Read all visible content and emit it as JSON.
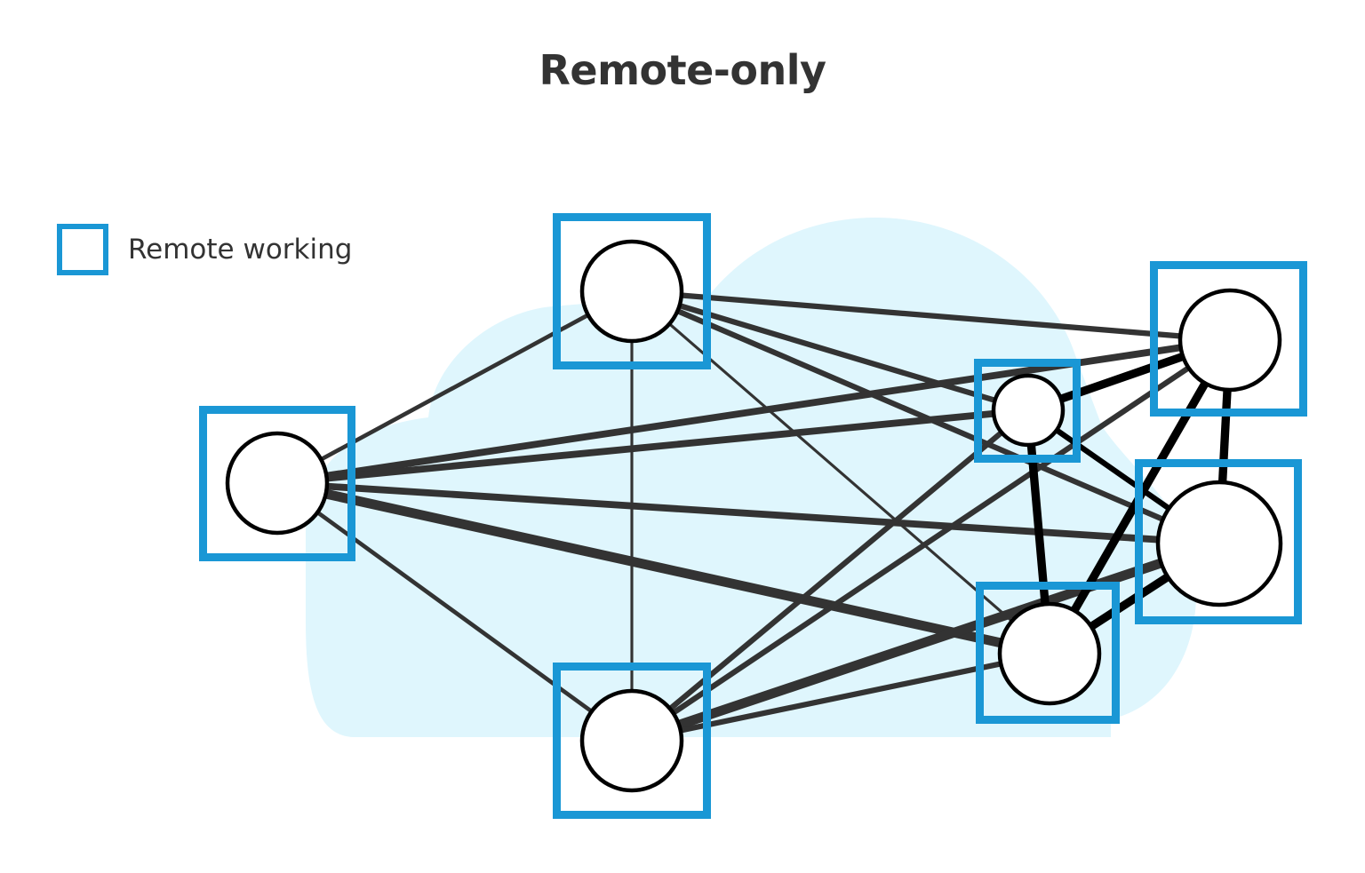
{
  "title": "Remote-only",
  "legend": {
    "items": [
      {
        "label": "Remote working",
        "symbol": "blue-square-outline",
        "color": "#1a97d5"
      }
    ]
  },
  "colors": {
    "remote_box": "#1a97d5",
    "cloud": "#dff6fd",
    "edge_weak": "#333333",
    "edge_strong": "#000000",
    "node_fill": "#ffffff",
    "node_stroke": "#000000"
  },
  "nodes": [
    {
      "id": "top",
      "remote": true,
      "size": "medium"
    },
    {
      "id": "left",
      "remote": true,
      "size": "medium"
    },
    {
      "id": "bottom",
      "remote": true,
      "size": "medium"
    },
    {
      "id": "center-right",
      "remote": true,
      "size": "small"
    },
    {
      "id": "top-right",
      "remote": true,
      "size": "medium"
    },
    {
      "id": "right",
      "remote": true,
      "size": "large"
    },
    {
      "id": "bottom-right",
      "remote": true,
      "size": "medium"
    }
  ],
  "edges": [
    {
      "from": "top",
      "to": "left",
      "weight": 2
    },
    {
      "from": "top",
      "to": "bottom",
      "weight": 1
    },
    {
      "from": "top",
      "to": "top-right",
      "weight": 3
    },
    {
      "from": "top",
      "to": "center-right",
      "weight": 3
    },
    {
      "from": "top",
      "to": "right",
      "weight": 3
    },
    {
      "from": "top",
      "to": "bottom-right",
      "weight": 1
    },
    {
      "from": "left",
      "to": "top-right",
      "weight": 4
    },
    {
      "from": "left",
      "to": "center-right",
      "weight": 4
    },
    {
      "from": "left",
      "to": "right",
      "weight": 4
    },
    {
      "from": "left",
      "to": "bottom-right",
      "weight": 6
    },
    {
      "from": "left",
      "to": "bottom",
      "weight": 2
    },
    {
      "from": "bottom",
      "to": "center-right",
      "weight": 3
    },
    {
      "from": "bottom",
      "to": "top-right",
      "weight": 3
    },
    {
      "from": "bottom",
      "to": "right",
      "weight": 6
    },
    {
      "from": "bottom",
      "to": "bottom-right",
      "weight": 3
    },
    {
      "from": "center-right",
      "to": "top-right",
      "weight": 5,
      "strong": true
    },
    {
      "from": "center-right",
      "to": "right",
      "weight": 3,
      "strong": true
    },
    {
      "from": "center-right",
      "to": "bottom-right",
      "weight": 5,
      "strong": true
    },
    {
      "from": "top-right",
      "to": "right",
      "weight": 5,
      "strong": true
    },
    {
      "from": "top-right",
      "to": "bottom-right",
      "weight": 5,
      "strong": true
    },
    {
      "from": "right",
      "to": "bottom-right",
      "weight": 5,
      "strong": true
    }
  ]
}
